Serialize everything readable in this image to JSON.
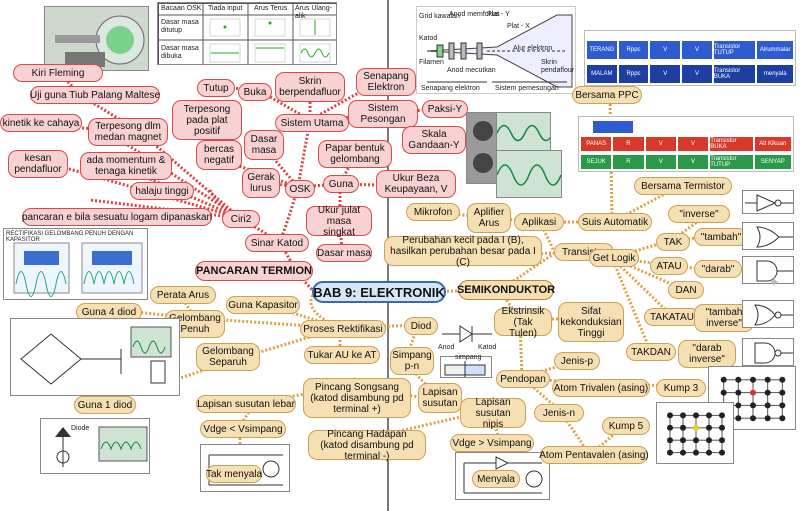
{
  "title": "BAB 9: ELEKTRONIK",
  "left": {
    "main": "PANCARAN TERMION",
    "sinar_katod": "Sinar Katod",
    "ciri2": "Ciri2",
    "items": {
      "kiri_fleming": "Kiri Fleming",
      "uji_guna": "Uji guna Tiub Palang Maltese",
      "kinetik_cahaya": "kinetik ke cahaya",
      "kesan": "kesan pendafluor",
      "terpesong_magnet": "Terpesong dlm medan magnet",
      "momentum": "ada momentum & tenaga kinetik",
      "halaju": "halaju tinggi",
      "pancaran_e": "pancaran e bila sesuatu logam dipanaskan",
      "tutup": "Tutup",
      "buka": "Buka",
      "skrin": "Skrin berpendafluor",
      "senapang": "Senapang Elektron",
      "terpesong_plat": "Terpesong pada plat positif",
      "dasar_masa": "Dasar masa",
      "sistem_utama": "Sistem Utama",
      "sistem_pesongan": "Sistem Pesongan",
      "paksi_y": "Paksi-Y",
      "bercas": "bercas negatif",
      "gerak": "Gerak lurus",
      "osk": "OSK",
      "skala": "Skala Gandaan-Y",
      "papar": "Papar bentuk gelombang",
      "guna": "Guna",
      "ukur_beza": "Ukur Beza Keupayaan, V",
      "ukur_julat": "Ukur julat masa singkat",
      "dasar_masa2": "Dasar masa"
    },
    "rect": {
      "perata": "Perata Arus",
      "guna4": "Guna 4 diod",
      "gel_penuh": "Gelombang Penuh",
      "guna_kapasitor": "Guna Kapasitor",
      "proses": "Proses Rektifikasi",
      "gel_separuh": "Gelombang Separuh",
      "tukar": "Tukar AU ke AT",
      "guna1": "Guna 1 diod",
      "diod": "Diod",
      "simpang": "Simpang p-n",
      "lapisan_lebar": "Lapisan susutan lebar",
      "pincang_songsang": "Pincang Songsang (katod disambung pd terminal +)",
      "lapisan_susutan": "Lapisan susutan",
      "vdge_lt": "Vdge < Vsimpang",
      "lapisan_nipis": "Lapisan susutan nipis",
      "tak_menyala": "Tak menyala",
      "pincang_hadapan": "Pincang Hadapan (katod disambung pd terminal -)",
      "vdge_gt": "Vdge > Vsimpang",
      "menyala": "Menyala"
    }
  },
  "right": {
    "semikonduktor": "SEMIKONDUKTOR",
    "transistor": "Transistor",
    "items": {
      "bersama_ppc": "Bersama PPC",
      "bersama_termistor": "Bersama Termistor",
      "mikrofon": "Mikrofon",
      "aplifier": "Aplifier Arus",
      "aplikasi": "Aplikasi",
      "suis": "Suis Automatik",
      "inverse": "\"inverse\"",
      "tak": "TAK",
      "tambah": "\"tambah\"",
      "perubahan": "Perubahan kecil pada I (B), hasilkan perubahan besar pada I (C)",
      "atau": "ATAU",
      "darab": "\"darab\"",
      "get_logik": "Get Logik",
      "dan": "DAN",
      "ekstrinsik": "Ekstrinsik (Tak Tulen)",
      "sifat": "Sifat kekonduksian Tinggi",
      "takatau": "TAKATAU",
      "tambah_inverse": "\"tambah inverse\"",
      "takdan": "TAKDAN",
      "darab_inverse": "\"darab inverse\"",
      "jenis_p": "Jenis-p",
      "pendopan": "Pendopan",
      "atom_trivalen": "Atom Trivalen (asing)",
      "kump3": "Kump 3",
      "jenis_n": "Jenis-n",
      "kump5": "Kump 5",
      "atom_pentavalen": "Atom Pentavalen (asing)"
    }
  },
  "diagram_text": {
    "crt": {
      "grid": "Grid kawalan",
      "anod_memfokus": "Anod memfokus",
      "plat_y": "Plat - Y",
      "plat_x": "Plat - X",
      "katod": "Katod",
      "filamen": "Filamen",
      "anod_memecut": "Anod mecutkan",
      "alur": "Alur elektron",
      "skrin": "Skrin pendaflour",
      "senapang": "Senapang elektron",
      "sistem_pemesongan": "Sistem pemesongan"
    },
    "osk_table": {
      "headers": [
        "Bacaan OSK",
        "Tiada input",
        "Arus Terus",
        "Arus Ulang-alik"
      ],
      "rows": [
        "Dasar masa ditutup",
        "Dasar masa dibuka"
      ]
    },
    "circuit_top": {
      "row1": [
        "TERANG",
        "Rppc",
        "V",
        "V",
        "Transistor TUTUP",
        "Alrummalar"
      ],
      "row2": [
        "MALAM",
        "Rppc",
        "V",
        "V",
        "Transistor BUKA",
        "menyala"
      ]
    },
    "circuit_bottom": {
      "row1": [
        "PANAS",
        "R",
        "V",
        "V",
        "Transistor BUKA",
        "Alt Kikuan"
      ],
      "row2": [
        "SEJUK",
        "R",
        "V",
        "V",
        "Transistor TUTUP",
        "SENYAP"
      ]
    },
    "rect_graph": "RECTIFIKASI GELOMBANG PENUH DENGAN KAPASITOR",
    "diod_anod": "Anod",
    "diod_katod": "Katod",
    "simpang_label": "simpang",
    "diode_label": "Diode"
  },
  "colors": {
    "pink_fill": "#f8d2d2",
    "pink_border": "#d64a4a",
    "tan_fill": "#f5dfb3",
    "tan_border": "#c9a25b",
    "root_fill": "#d6e6f7",
    "red_connector": "#e04040",
    "orange_connector": "#e0a040"
  }
}
